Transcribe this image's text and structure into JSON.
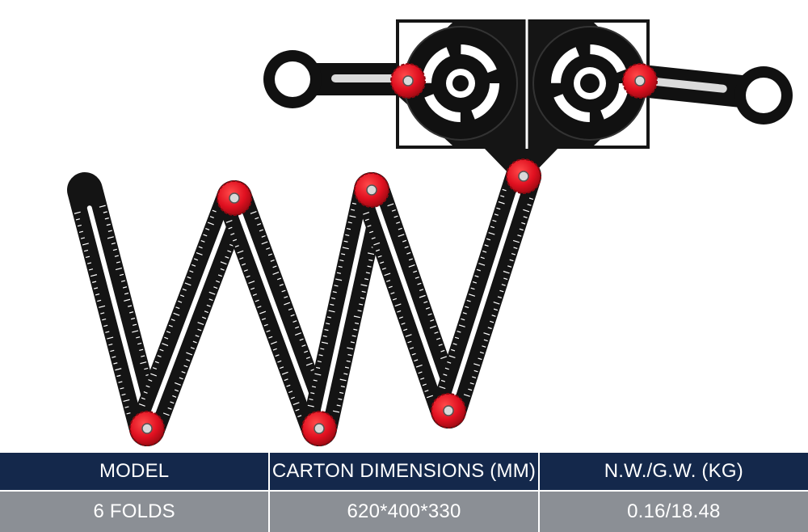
{
  "product": {
    "image_description_name": "six-fold-angle-ruler",
    "arm_color": "#111111",
    "knob_color": "#e01020",
    "marking_color": "#ffffff"
  },
  "spec_table": {
    "header_color": "#14284b",
    "row_color": "#8b8f95",
    "headers": [
      "MODEL",
      "CARTON DIMENSIONS (MM)",
      "N.W./G.W. (KG)"
    ],
    "rows": [
      [
        "6 FOLDS",
        "620*400*330",
        "0.16/18.48"
      ]
    ]
  }
}
